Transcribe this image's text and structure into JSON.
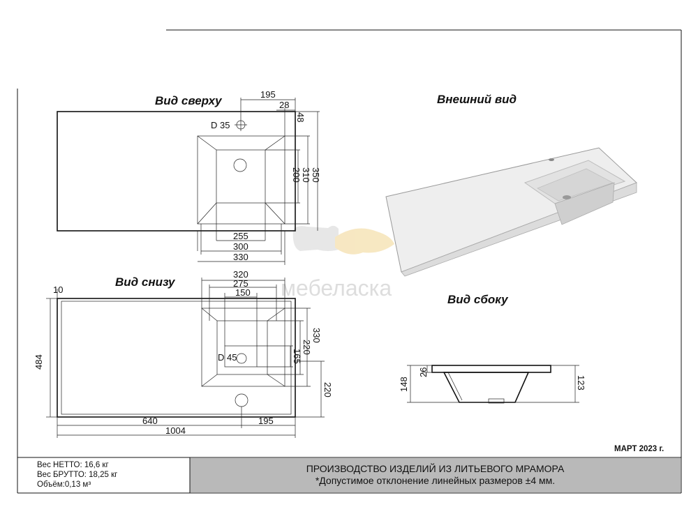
{
  "views": {
    "top": "Вид сверху",
    "external": "Внешний вид",
    "bottom": "Вид снизу",
    "side": "Вид сбоку"
  },
  "top_dims": {
    "d195": "195",
    "d28": "28",
    "d48": "48",
    "hole": "D 35",
    "d350": "350",
    "d310": "310",
    "d200": "200",
    "d255": "255",
    "d300": "300",
    "d330": "330"
  },
  "bottom_dims": {
    "d320": "320",
    "d275": "275",
    "d150": "150",
    "d10": "10",
    "d484": "484",
    "hole": "D 45",
    "d330": "330",
    "d220a": "220",
    "d165": "165",
    "d220b": "220",
    "d640": "640",
    "d195": "195",
    "d1004": "1004"
  },
  "side_dims": {
    "d26": "26",
    "d148": "148",
    "d123": "123"
  },
  "watermark": "мебеласка",
  "date": "МАРТ 2023 г.",
  "footer": {
    "net": "Вес НЕТТО: 16,6 кг",
    "gross": "Вес БРУТТО: 18,25 кг",
    "volume": "Объём:0,13 м³",
    "line1": "ПРОИЗВОДСТВО ИЗДЕЛИЙ ИЗ ЛИТЬЕВОГО МРАМОРА",
    "line2": "*Допустимое отклонение линейных размеров ±4 мм."
  }
}
